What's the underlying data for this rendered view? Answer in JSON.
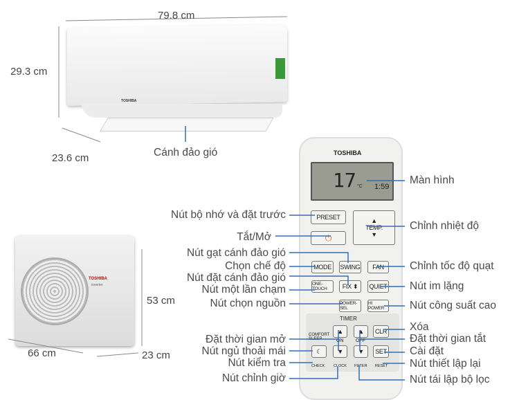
{
  "dimensions": {
    "indoor_width": "79.8 cm",
    "indoor_height": "29.3 cm",
    "indoor_depth": "23.6 cm",
    "outdoor_height": "53 cm",
    "outdoor_width": "66 cm",
    "outdoor_depth": "23 cm"
  },
  "indoor_unit": {
    "brand": "TOSHIBA",
    "louver_label": "Cánh đảo gió"
  },
  "outdoor_unit": {
    "brand": "TOSHIBA",
    "sub": "inverter"
  },
  "remote": {
    "brand": "TOSHIBA",
    "temp": "17",
    "unit": "°C",
    "time": "1:59",
    "buttons": {
      "preset": "PRESET",
      "temp": "TEMP.",
      "power": "⏻",
      "mode": "MODE",
      "swing": "SWING",
      "fan": "FAN",
      "one_touch": "ONE-TOUCH",
      "fix": "FIX ⬍",
      "quiet": "QUIET",
      "power_sel": "POWER-SEL",
      "hi_power": "HI POWER",
      "timer": "TIMER",
      "clr": "CLR",
      "comfort_sleep": "COMFORT SLEEP",
      "on": "ON",
      "off": "OFF",
      "set": "SET",
      "check": "CHECK",
      "clock": "CLOCK",
      "filter": "FILTER",
      "reset": "RESET"
    }
  },
  "labels_left": [
    "Nút bộ nhớ và đặt trước",
    "Tắt/Mở",
    "Nút gạt cánh đảo gió",
    "Chọn chế độ",
    "Nút đặt cánh đảo gió",
    "Nút một lần chạm",
    "Nút chọn nguồn",
    "Đặt thời gian mở",
    "Nút ngủ thoải mái",
    "Nút kiểm tra",
    "Nút chỉnh giờ"
  ],
  "labels_right": [
    "Màn hình",
    "Chỉnh nhiệt độ",
    "Chỉnh tốc độ quạt",
    "Nút im lặng",
    "Nút công suất cao",
    "Xóa",
    "Đặt thời gian tắt",
    "Cài đặt",
    "Nút thiết lập lại",
    "Nút tái lập bộ lọc"
  ],
  "colors": {
    "callout_line": "#2f6fb6",
    "text": "#4a4a4a",
    "power_icon": "#e8742a"
  }
}
